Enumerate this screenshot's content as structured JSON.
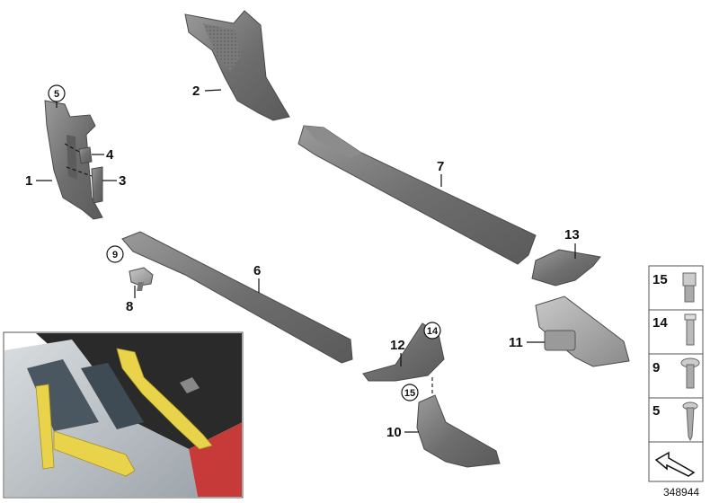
{
  "parts": {
    "p1": "1",
    "p2": "2",
    "p3": "3",
    "p4": "4",
    "p5": "5",
    "p6": "6",
    "p7": "7",
    "p8": "8",
    "p9": "9",
    "p10": "10",
    "p11": "11",
    "p12": "12",
    "p13": "13",
    "p14": "14",
    "p15": "15"
  },
  "legend": {
    "items": [
      "15",
      "14",
      "9",
      "5"
    ]
  },
  "diagram_id": "348944",
  "colors": {
    "part_fill": "#7a7a7a",
    "highlight": "#e8d34a",
    "car_body": "#2b2b2b"
  }
}
